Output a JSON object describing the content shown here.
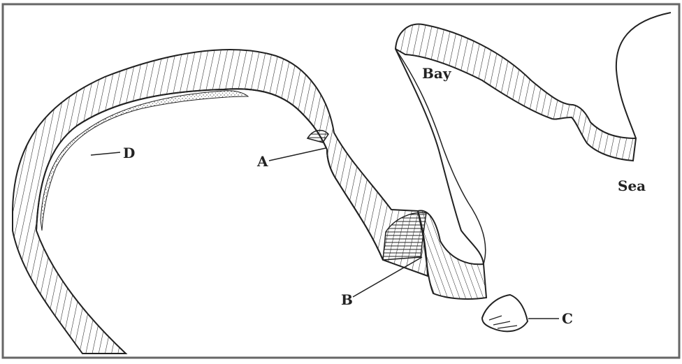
{
  "labels": {
    "a": "A",
    "b": "B",
    "c": "C",
    "d": "D",
    "bay": "Bay",
    "sea": "Sea"
  },
  "colors": {
    "ink": "#222222",
    "paper": "#ffffff",
    "sand": "#444444"
  }
}
